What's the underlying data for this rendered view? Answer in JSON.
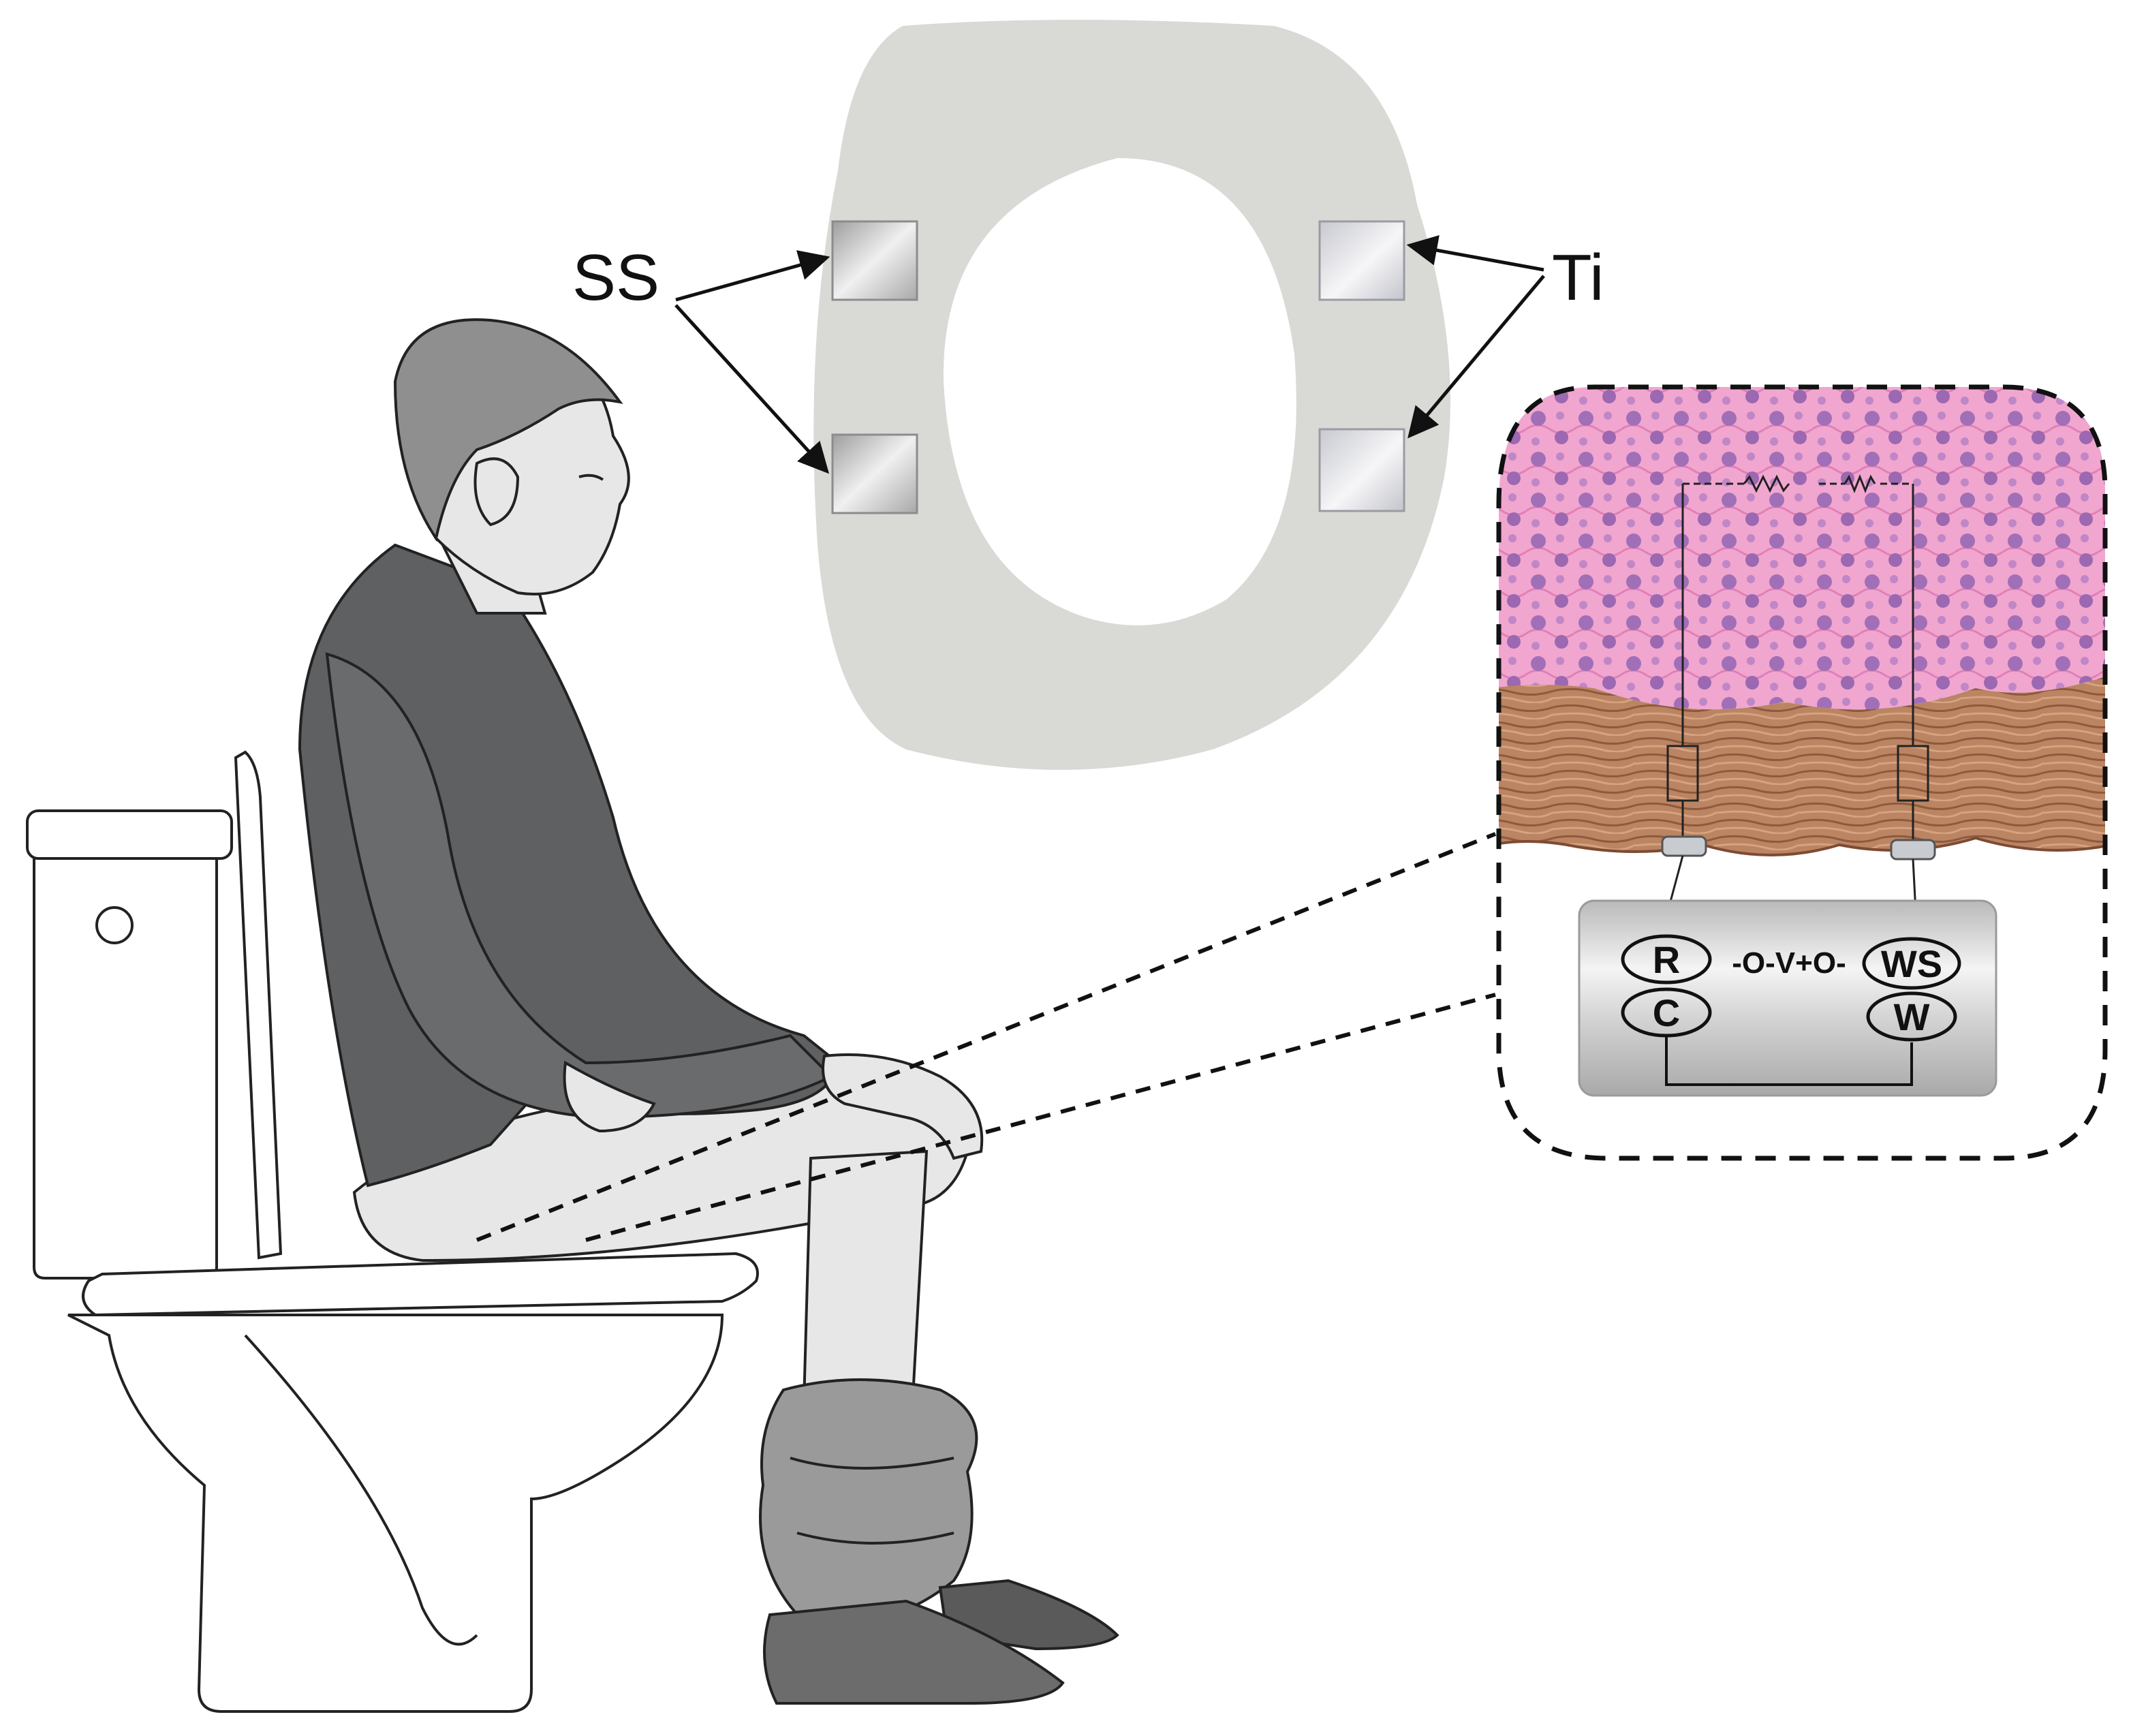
{
  "labels": {
    "ss": "SS",
    "ti": "Ti"
  },
  "circuit": {
    "r": "R",
    "c": "C",
    "ws": "WS",
    "w": "W",
    "voltage": "-O-V+O-"
  },
  "colors": {
    "seat": "#d9dad6",
    "ss_electrode": "#c9c9c9",
    "ti_electrode": "#dcdde2",
    "tissue_pink": "#e98cc0",
    "tissue_nuclei": "#a36fb5",
    "muscle": "#b8805d",
    "sweater": "#5f6062",
    "skin": "#e7e7e7",
    "hair": "#8f8f8f",
    "pants": "#9a9a9a"
  }
}
